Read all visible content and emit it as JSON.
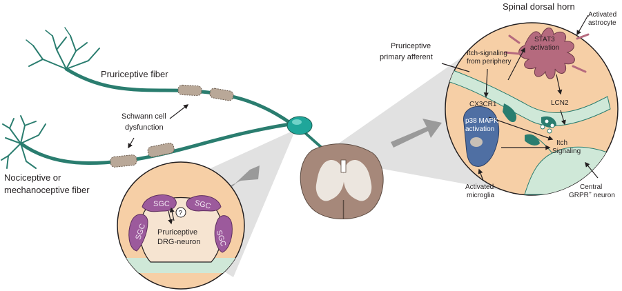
{
  "labels": {
    "pruriceptive_fiber": "Pruriceptive fiber",
    "schwann_line1": "Schwann cell",
    "schwann_line2": "dysfunction",
    "noci_line1": "Nociceptive or",
    "noci_line2": "mechanoceptive fiber",
    "title_right": "Spinal dorsal horn",
    "prim_aff_line1": "Pruriceptive",
    "prim_aff_line2": "primary afferent",
    "activated_astro_line1": "Activated",
    "activated_astro_line2": "astrocyte",
    "stat3_line1": "STAT3",
    "stat3_line2": "activation",
    "itch_sig_periph_line1": "Itch-signaling",
    "itch_sig_periph_line2": "from periphery",
    "lcn2": "LCN2",
    "cx3cr1": "CX3CR1",
    "p38_line1": "p38 MAPK",
    "p38_line2": "activation",
    "itch_line1": "Itch",
    "itch_line2": "Signaling",
    "act_micro_line1": "Activated",
    "act_micro_line2": "microglia",
    "central_line1": "Central",
    "central_line2_main": "GRPR",
    "central_line2_sup": "+",
    "central_line2_end": " neuron",
    "sgc": "SGC",
    "drg_question": "?",
    "drg_line1": "Pruriceptive",
    "drg_line2": "DRG-neuron"
  },
  "colors": {
    "fiber": "#2a7d6f",
    "fiber_dark": "#1d5d52",
    "ganglion": "#1fa69a",
    "schwann": "#b9a898",
    "circle_bg": "#f6cfa6",
    "sgc_purple": "#9c5a9c",
    "astrocyte": "#b56a7e",
    "microglia": "#4f6fa3",
    "grpr_green": "#cfe8d8",
    "cord_brown": "#9a7b6a",
    "cord_light": "#e9e3dc",
    "projection_grey": "#dcdcdc",
    "arrow_grey": "#9a9a9a"
  }
}
